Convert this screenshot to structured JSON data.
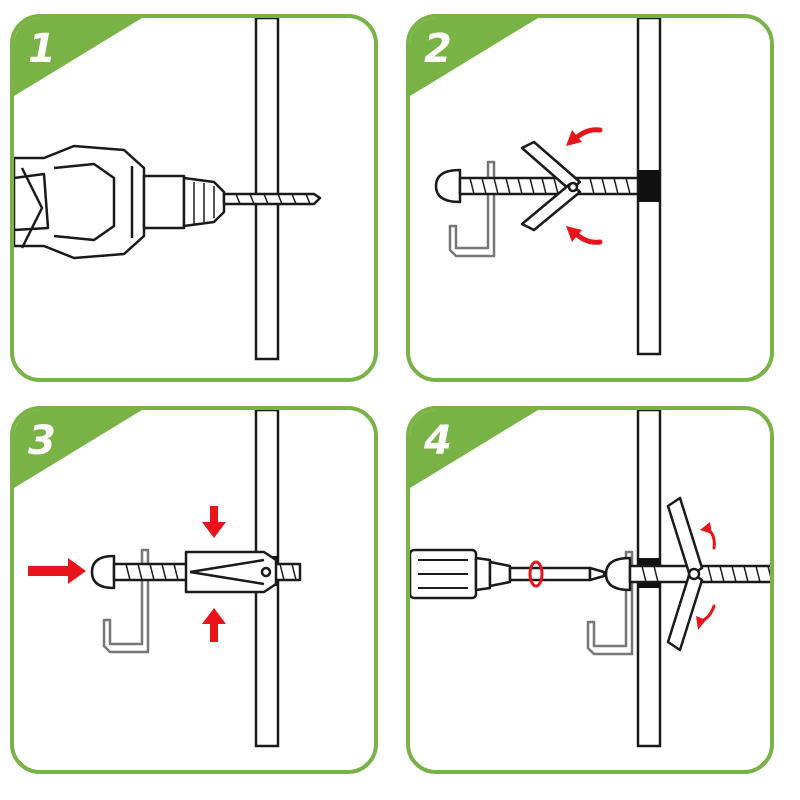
{
  "colors": {
    "frame": "#79b345",
    "arrow": "#e8141b",
    "line": "#1a1a1a",
    "hook": "#888888"
  },
  "steps": [
    {
      "number": "1",
      "illustration": "drill-icon"
    },
    {
      "number": "2",
      "illustration": "toggle-bolt-open-icon"
    },
    {
      "number": "3",
      "illustration": "toggle-bolt-insert-icon"
    },
    {
      "number": "4",
      "illustration": "screwdriver-tighten-icon"
    }
  ]
}
